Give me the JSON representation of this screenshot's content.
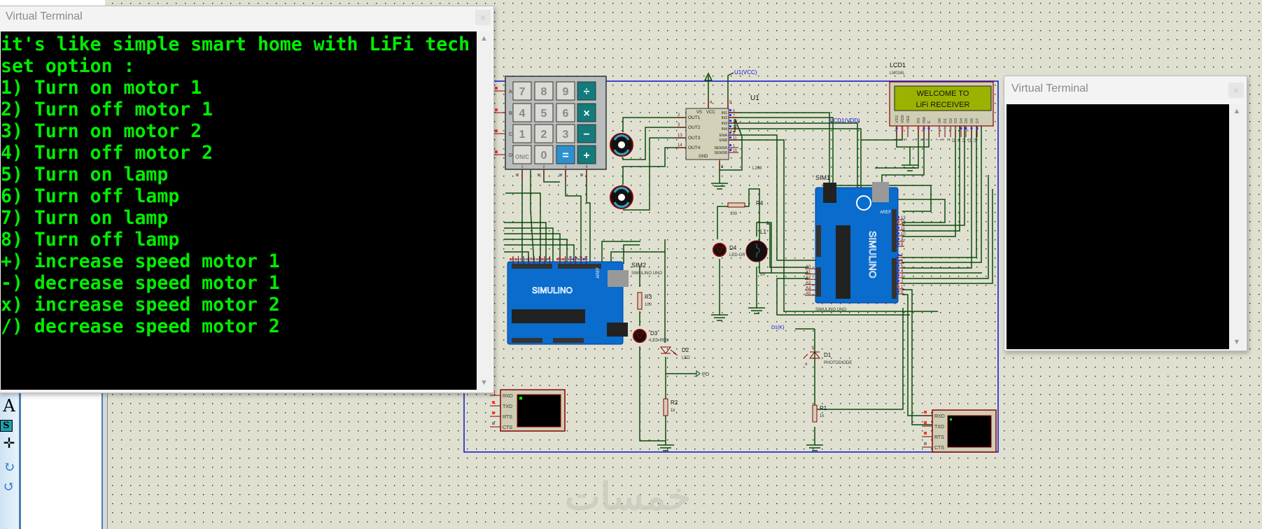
{
  "terminal_main": {
    "title": "Virtual Terminal",
    "close_label": "×",
    "lines": [
      "it's like simple smart home with LiFi tech",
      "set option :",
      "1) Turn on motor 1",
      "2) Turn off motor 1",
      "3) Turn on motor 2",
      "4) Turn off motor 2",
      "5) Turn on lamp",
      "6) Turn off lamp",
      "7) Turn on lamp",
      "8) Turn off lamp",
      "+) increase speed motor 1",
      "-) decrease speed motor 1",
      "x) increase speed motor 2",
      "/) decrease speed motor 2"
    ],
    "text_color": "#00ee00"
  },
  "terminal_secondary": {
    "title": "Virtual Terminal",
    "close_label": "×"
  },
  "toolbar": {
    "icons": [
      "text-icon",
      "script-icon",
      "origin-icon",
      "rotate-cw-icon",
      "rotate-ccw-icon"
    ],
    "text_tool": "A",
    "script_tool": "S"
  },
  "schematic": {
    "keypad": {
      "keys": [
        "7",
        "8",
        "9",
        "÷",
        "4",
        "5",
        "6",
        "×",
        "1",
        "2",
        "3",
        "−",
        "ON/C",
        "0",
        "=",
        "+"
      ],
      "row_labels": [
        "A",
        "B",
        "C",
        "D"
      ],
      "col_labels": [
        "1",
        "2",
        "3",
        "4"
      ]
    },
    "driver": {
      "ref": "U1",
      "part": "L298",
      "left_pins": [
        {
          "num": "2",
          "name": "OUT1"
        },
        {
          "num": "3",
          "name": "OUT2"
        },
        {
          "num": "13",
          "name": "OUT3"
        },
        {
          "num": "14",
          "name": "OUT4"
        }
      ],
      "right_pins": [
        {
          "num": "5",
          "name": "IN1"
        },
        {
          "num": "7",
          "name": "IN2"
        },
        {
          "num": "10",
          "name": "IN3"
        },
        {
          "num": "12",
          "name": "IN4"
        },
        {
          "num": "6",
          "name": "ENA"
        },
        {
          "num": "11",
          "name": "ENB"
        },
        {
          "num": "1",
          "name": "SENSA"
        },
        {
          "num": "15",
          "name": "SENSB"
        }
      ],
      "top_pins": [
        {
          "num": "4",
          "name": "VS"
        },
        {
          "num": "9",
          "name": "VCC"
        }
      ],
      "bottom_pin": {
        "num": "8",
        "name": "GND"
      },
      "power_label": "U1(VCC)"
    },
    "lcd": {
      "ref": "LCD1",
      "part": "LM016L",
      "line1": "WELCOME TO",
      "line2": "LiFi RECEIVER",
      "pin_names": [
        "VSS",
        "VDD",
        "VEE",
        "RS",
        "RW",
        "E",
        "D0",
        "D1",
        "D2",
        "D3",
        "D4",
        "D5",
        "D6",
        "D7"
      ],
      "pin_nums": [
        "1",
        "2",
        "3",
        "4",
        "5",
        "6",
        "7",
        "8",
        "9",
        "10",
        "11",
        "12",
        "13",
        "14"
      ],
      "power_label": "LCD1(VDD)",
      "screen_color": "#9bb300"
    },
    "sim1": {
      "ref": "SIM1",
      "part": "SIMULINO UNO",
      "logo": "SIMULINO",
      "digital_pins": [
        "13",
        "12",
        "11",
        "10",
        "9",
        "8",
        "7",
        "6",
        "5",
        "4",
        "3",
        "2",
        "1",
        "0"
      ],
      "analog_pins": [
        "A0",
        "A1",
        "A2",
        "A3",
        "A4",
        "A5"
      ],
      "aref": "AREF"
    },
    "sim2": {
      "ref": "SIM2",
      "part": "SIMULINO UNO",
      "logo": "SIMULINO",
      "digital_pins": [
        "0",
        "1",
        "2",
        "3",
        "4",
        "5",
        "6",
        "7",
        "8",
        "9",
        "10",
        "11",
        "12",
        "13"
      ],
      "aref": "AREF"
    },
    "r1": {
      "ref": "R1",
      "value": "1k"
    },
    "r2": {
      "ref": "R2",
      "value": "1k"
    },
    "r3": {
      "ref": "R3",
      "value": "100"
    },
    "r4": {
      "ref": "R4",
      "value": "100"
    },
    "d1": {
      "ref": "D1",
      "part": "PHOTODIODE",
      "probe": "D1(K)",
      "pin_k": "K",
      "pin_a": "A"
    },
    "d2": {
      "ref": "D2",
      "part": "LED"
    },
    "d3": {
      "ref": "D3",
      "part": "LED-RED"
    },
    "d4": {
      "ref": "D4",
      "part": "LED-GR"
    },
    "l1": {
      "ref": "L1",
      "value": "5V"
    },
    "probe_po": "PO",
    "vterm_pins": [
      "RXD",
      "TXD",
      "RTS",
      "CTS"
    ],
    "watermark": "خمسات",
    "colors": {
      "wire": "#0b4a0b",
      "component": "#8b0000",
      "bus": "#1010d0",
      "arduino": "#0a6ccc",
      "background": "#dfe0d0"
    }
  }
}
